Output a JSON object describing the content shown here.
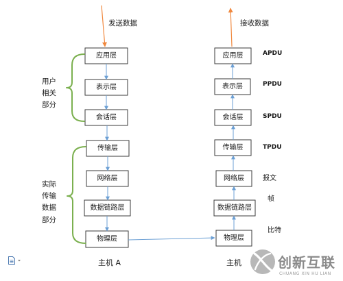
{
  "flow": {
    "send_label": "发送数据",
    "receive_label": "接收数据"
  },
  "host_a": {
    "label": "主机 A",
    "layers": [
      "应用层",
      "表示层",
      "会话层",
      "传输层",
      "网络层",
      "数据链路层",
      "物理层"
    ]
  },
  "host_b": {
    "label": "主机",
    "layers": [
      "应用层",
      "表示层",
      "会话层",
      "传输层",
      "网络层",
      "数据链路层",
      "物理层"
    ]
  },
  "groups": [
    {
      "label_lines": [
        "用户",
        "相关",
        "部分"
      ]
    },
    {
      "label_lines": [
        "实际",
        "传输",
        "数据",
        "部分"
      ]
    }
  ],
  "pdu_labels": [
    "APDU",
    "PPDU",
    "SPDU",
    "TPDU",
    "报文",
    "帧",
    "比特"
  ],
  "watermark": {
    "name": "创新互联",
    "pinyin": "CHUANG XIN HU LIAN"
  },
  "icons": {
    "paste_options": "document-icon",
    "paste_menu": "chevron-down-icon",
    "watermark_logo": "logo-icon"
  },
  "colors": {
    "flow_arrow": "#f0883e",
    "layer_arrow": "#6b9fd4",
    "brace": "#7bb04f",
    "box_border": "#3a3a3a",
    "watermark": "#8a8a8a"
  }
}
